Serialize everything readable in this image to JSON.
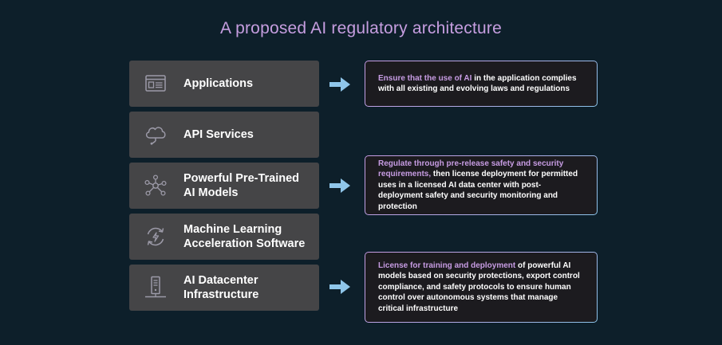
{
  "title": "A proposed AI regulatory architecture",
  "layers": [
    {
      "label": "Applications",
      "icon": "application-window-icon"
    },
    {
      "label": "API Services",
      "icon": "cloud-api-icon"
    },
    {
      "label": "Powerful Pre-Trained\nAI Models",
      "icon": "neural-network-icon"
    },
    {
      "label": "Machine Learning\nAcceleration Software",
      "icon": "cycle-acceleration-icon"
    },
    {
      "label": "AI Datacenter\nInfrastructure",
      "icon": "server-rack-icon"
    }
  ],
  "notes": [
    {
      "highlight": "Ensure that the use of AI",
      "text": " in the application complies with all existing and evolving laws and regulations"
    },
    {
      "highlight": "Regulate through pre-release safety and security requirements,",
      "text": " then license deployment for permitted uses in a licensed AI data center with post-deployment safety and security monitoring and protection"
    },
    {
      "highlight": "License for training and deployment",
      "text": " of powerful AI models based on security protections, export control compliance, and safety protocols to ensure human control over autonomous systems that manage critical infrastructure"
    }
  ],
  "colors": {
    "background": "#0d1f2a",
    "title": "#c69ee0",
    "layer_box": "#454547",
    "arrow": "#8fc6ea",
    "note_box": "#1c1b1f",
    "highlight": "#c79ce3",
    "icon": "#9c9aa8"
  }
}
